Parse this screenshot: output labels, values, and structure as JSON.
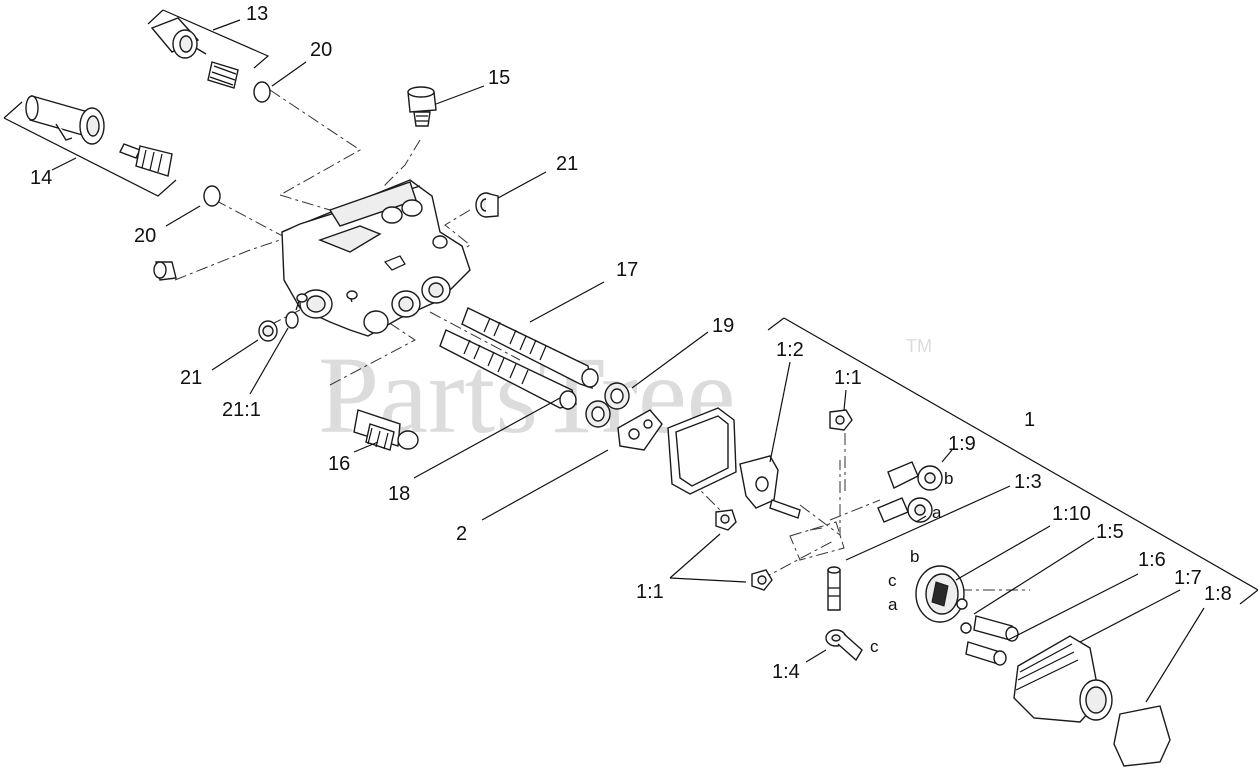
{
  "watermark": {
    "text": "PartsTree",
    "tm": "TM"
  },
  "labels": {
    "l13": "13",
    "l20a": "20",
    "l15": "15",
    "l14": "14",
    "l21a": "21",
    "l20b": "20",
    "l17": "17",
    "l19": "19",
    "l21b": "21",
    "l21_1": "21:1",
    "l16": "16",
    "l18": "18",
    "l2": "2",
    "l1_2": "1:2",
    "l1_1a": "1:1",
    "l1": "1",
    "l1_9": "1:9",
    "l1_3": "1:3",
    "l1_10": "1:10",
    "l1_5": "1:5",
    "l1_6": "1:6",
    "l1_7": "1:7",
    "l1_8": "1:8",
    "l1_1b": "1:1",
    "l1_4": "1:4",
    "b1": "b",
    "a1": "a",
    "b2": "b",
    "c2": "c",
    "a2": "a",
    "c3": "c"
  }
}
